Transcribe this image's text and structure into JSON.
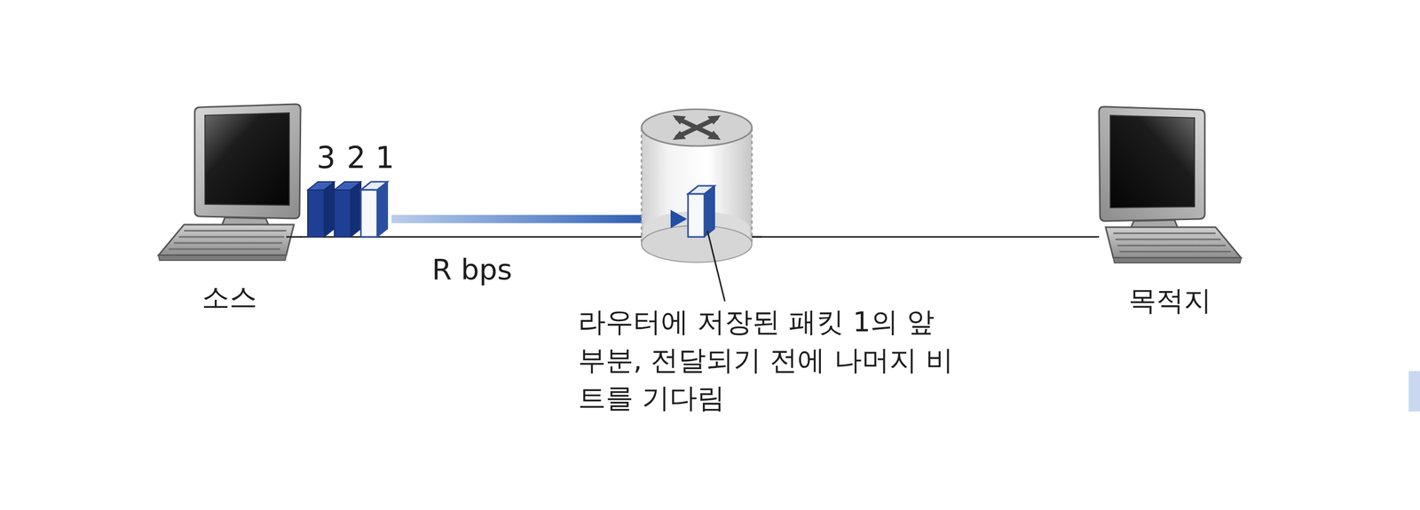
{
  "diagram": {
    "nodes": [
      {
        "text": [
          "소스"
        ]
      },
      {
        "text": [
          "목적지"
        ]
      }
    ],
    "edges": [
      {
        "from": 0,
        "to": 1,
        "arrow": "none"
      }
    ],
    "labels": [
      "3",
      "2",
      "1",
      "R bps",
      "라우터에 저장된 패킷 1의 앞부분, 전달되기 전에 나머지 비트를 기다림"
    ]
  }
}
